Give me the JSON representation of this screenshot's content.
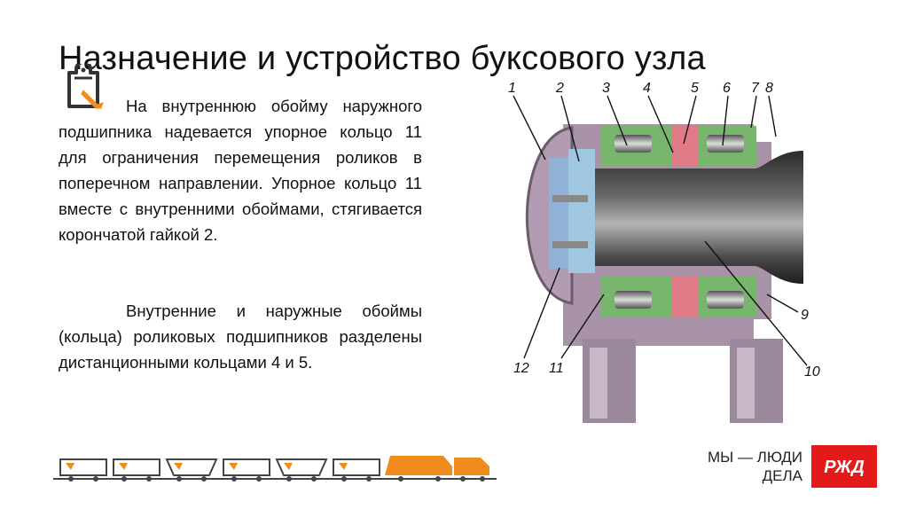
{
  "title": "Назначение и устройство буксового узла",
  "paragraphs": [
    "На внутреннюю обойму наружного подшипника надевается упорное кольцо 11 для ограничения перемещения роликов в поперечном направлении. Упорное кольцо  11 вместе с  внутренними обоймами, стягивается корончатой гайкой 2.",
    "Внутренние и наружные обоймы (кольца) роликовых подшипников разделены дистанционными кольцами 4 и 5."
  ],
  "diagram": {
    "labels": [
      "1",
      "2",
      "3",
      "4",
      "5",
      "6",
      "7",
      "8",
      "9",
      "10",
      "11",
      "12"
    ]
  },
  "footer": {
    "slogan_line1": "МЫ — ЛЮДИ",
    "slogan_line2": "ДЕЛА",
    "logo_text": "РЖД",
    "brand_color": "#e21a1a",
    "accent_color": "#f08c1e"
  },
  "icons": [
    "clipboard-pencil-icon",
    "train-icon",
    "rzd-logo"
  ]
}
